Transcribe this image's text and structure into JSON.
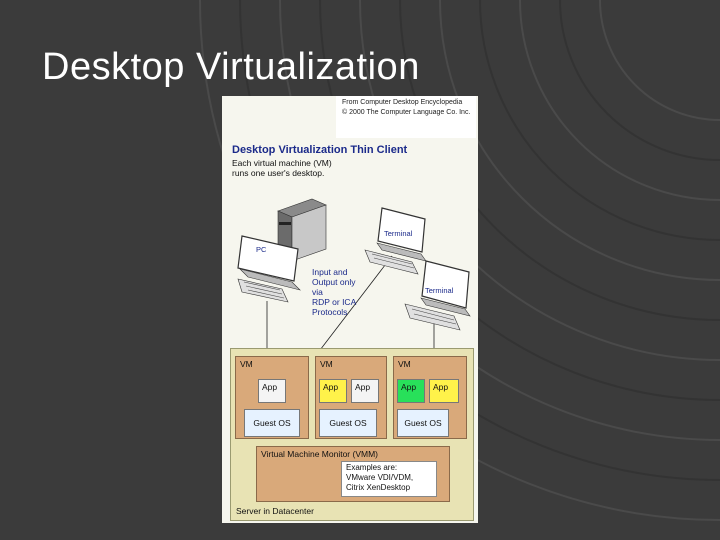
{
  "slide": {
    "title": "Desktop Virtualization"
  },
  "figure": {
    "copyright": [
      "From Computer Desktop Encyclopedia",
      "© 2000 The Computer Language Co. Inc."
    ],
    "title": "Desktop Virtualization Thin Client",
    "description": [
      "Each virtual machine (VM)",
      "runs one user's desktop."
    ],
    "devices": {
      "pc_label": "PC",
      "terminal1_label": "Terminal",
      "terminal2_label": "Terminal"
    },
    "protocol_text": [
      "Input and",
      "Output only",
      "via",
      "RDP or ICA",
      "Protocols"
    ],
    "vms": [
      {
        "label": "VM",
        "apps": [
          "App"
        ],
        "guest": "Guest OS"
      },
      {
        "label": "VM",
        "apps": [
          "App",
          "App"
        ],
        "guest": "Guest OS"
      },
      {
        "label": "VM",
        "apps": [
          "App",
          "App"
        ],
        "guest": "Guest OS"
      }
    ],
    "vmm_label": "Virtual Machine Monitor (VMM)",
    "vmm_examples": [
      "Examples are:",
      "VMware VDI/VDM,",
      "Citrix XenDesktop"
    ],
    "server_label": "Server in Datacenter",
    "colors": {
      "app_white": "#f4f4f4",
      "app_yellow": "#fff24a",
      "app_green": "#28e05a",
      "vm_fill": "#d9a97a",
      "server_fill": "#e8e3b4"
    }
  }
}
